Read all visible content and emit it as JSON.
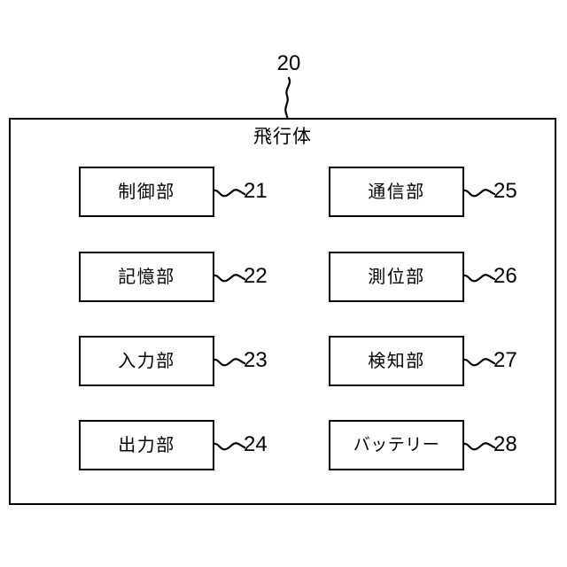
{
  "figure": {
    "system": {
      "reference_number": "20",
      "title": "飛行体"
    },
    "blocks": [
      {
        "label": "制御部",
        "ref": "21",
        "column": "left",
        "row": 1
      },
      {
        "label": "記憶部",
        "ref": "22",
        "column": "left",
        "row": 2
      },
      {
        "label": "入力部",
        "ref": "23",
        "column": "left",
        "row": 3
      },
      {
        "label": "出力部",
        "ref": "24",
        "column": "left",
        "row": 4
      },
      {
        "label": "通信部",
        "ref": "25",
        "column": "right",
        "row": 1
      },
      {
        "label": "測位部",
        "ref": "26",
        "column": "right",
        "row": 2
      },
      {
        "label": "検知部",
        "ref": "27",
        "column": "right",
        "row": 3
      },
      {
        "label": "バッテリー",
        "ref": "28",
        "column": "right",
        "row": 4
      }
    ],
    "colors": {
      "ink": "#000000",
      "paper": "#ffffff"
    }
  }
}
